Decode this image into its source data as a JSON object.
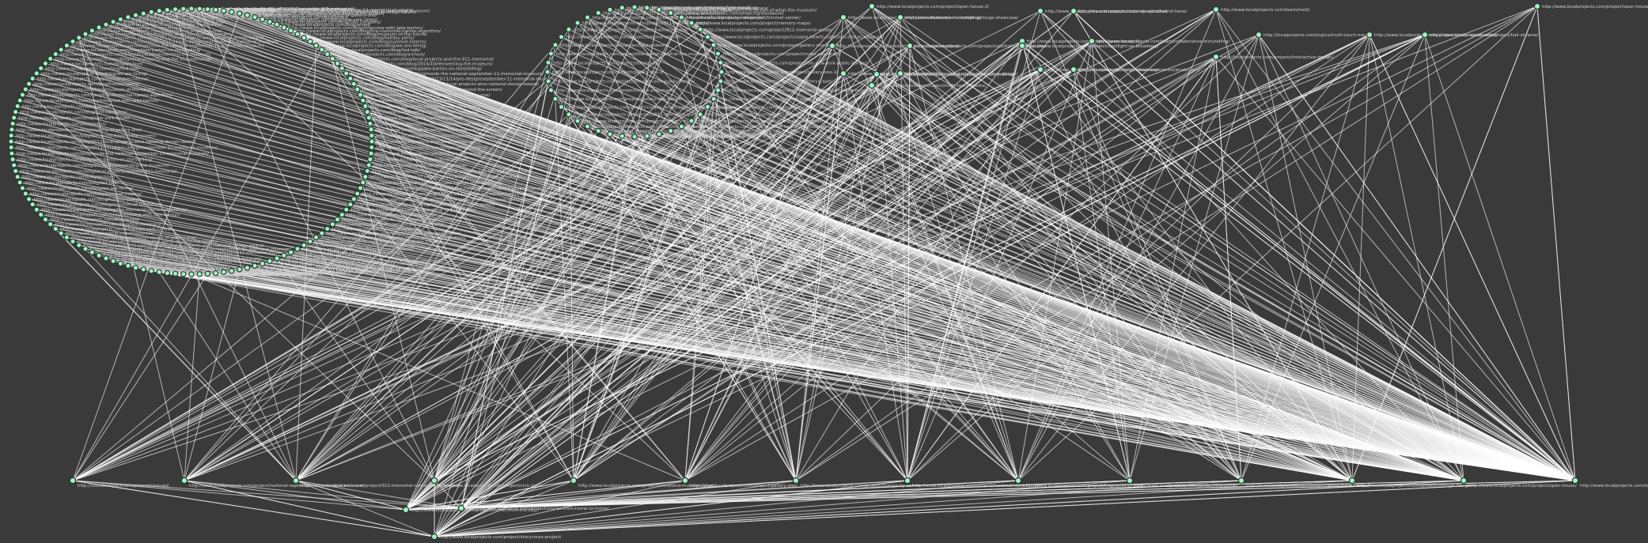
{
  "graph": {
    "background": "#3a3a3a",
    "edge_color": "#ffffff",
    "node_fill": "#a6f0c6",
    "node_stroke": "#1f3d2b",
    "label_color": "#d4d4d4",
    "bottom_row_labels": [
      "http://cloudanalytics.com/project/ckanapi/",
      "http://www.localprojects.com/project/national-september-11-memorial-museum/",
      "http://www.localprojects.com/project/911-memorial-names-arrangement/",
      "http://www.localprojects.com/project/civic-hall/",
      "http://www.localprojects.com/project/cleveland-museum-of-art/",
      "http://www.localprojects.com/project/gallery-one/",
      "http://www.localprojects.com/project/change-by-us/",
      "http://www.localprojects.com/project/facebook-data-driven/",
      "http://www.localprojects.com/project/fragments-of-light/",
      "http://www.localprojects.com/project/the-pulse/",
      "http://www.localprojects.com/project/world-trade-center/",
      "http://www.localprojects.com/project/vintage-design/",
      "http://www.localprojects.com/project/open-house/",
      "http://www.localprojects.com/team/",
      "http://www.localprojects.com/projects/"
    ],
    "lower_node_labels": [
      "http://www.localprojects.com/project/stories-from-the-city/",
      "http://www.localprojects.com/project/stories-from-home-to-home/",
      "http://www.localprojects.com/project/storycorps-project/"
    ],
    "right_top_labels": [
      "http://www.localprojects.com/project/open-house-2/",
      "http://www.localprojects.com/team/collaborative-storytelling/",
      "http://www.localprojects.com/projects/ge-showcase/",
      "http://localprojects.com/product-experience/production/",
      "http://www.localprojects.com/project/spotlight-on-broadway/",
      "http://www.localprojects.com/team/matt/",
      "http://localprojects.com/topics/multi-touch-media/",
      "http://localprojects.com/projects/interactive-design/",
      "http://www.localprojects.com/projects/data-visualization/",
      "http://www.localprojects.com/project/hall-of-fame/"
    ],
    "big_circle_labels": [
      "http://www.localprojects.com/blog/local-projects-and-the-911-memorial/",
      "http://www.localprojects.com/blog/2014/10/reinventing-the-museum/",
      "http://www.localprojects.com/blog/jake-barton-on-storytelling/",
      "http://www.localprojects.com/blog/inside-the-national-september-11-memorial-museum/",
      "http://www.localprojects.com/blog/2013/11/14/pro-design/september-11-memorial-museum/",
      "http://www.localprojects.com/blog/2012/local-projects-wins-national-design-award/",
      "http://www.localprojects.com/blog/the-world-beyond-the-screen/",
      "http://www.localprojects.com/blog/making-of-gallery-one/",
      "http://www.localprojects.com/blog/press/",
      "http://www.localprojects.com/blog/new-york-times/",
      "http://www.localprojects.com/blog/fast-company/",
      "http://www.localprojects.com/blog/wired/",
      "http://www.localprojects.com/blog/interview-with-jake-barton/",
      "http://www.localprojects.com/blog/the-memorial-names-algorithm/",
      "http://www.localprojects.com/blog/museum-of-the-future/",
      "http://www.localprojects.com/blog/holiday-party/",
      "http://www.localprojects.com/blog/summer-interns/",
      "http://www.localprojects.com/blog/we-are-hiring/",
      "http://www.localprojects.com/blog/ted-talk/",
      "http://www.localprojects.com/blog/archive/"
    ],
    "small_circle_labels": [
      "http://www.localprojects.com/project/gallery-one-2/",
      "http://www.localprojects.com/project/storyscape/",
      "http://www.localprojects.com/project/the-design-of-what-the-museum/",
      "http://www.localprojects.com/project/groundwork/",
      "http://www.localprojects.com/project/kimmel-center/",
      "http://www.localprojects.com/project/memory-maps/",
      "http://www.localprojects.com/project/911-memorial-guide/",
      "http://www.localprojects.com/project/cooper-hewitt-collection-design-museum/",
      "http://www.localprojects.com/project/gallery-one-tablet/",
      "http://www.localprojects.com/project/make-your-mark/",
      "http://www.localprojects.com/project/the-new-york-public-library/"
    ]
  }
}
